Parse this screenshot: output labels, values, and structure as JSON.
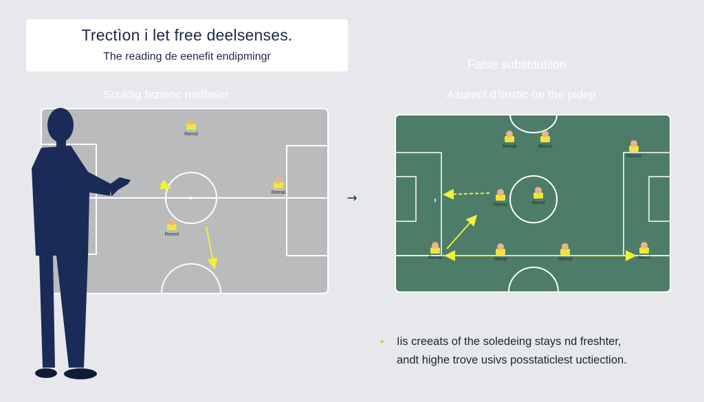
{
  "header": {
    "title": "Trectìon i let free deelsenses.",
    "subtitle": "The reading de eenefit endipmingr"
  },
  "left_panel": {
    "heading": "Sculdig firzienc midfieler"
  },
  "right_panel": {
    "heading": "False substitutiion.",
    "caption": "Asureol d'tinstic on the pidep"
  },
  "arrow_symbol": "→",
  "notes": [
    "Iis creeats of the soledeing stays nd freshter,",
    "andt highe trove usivs posstaticlest uctiection."
  ],
  "left_players": [
    {
      "label": "Remsl"
    },
    {
      "label": "Remal"
    },
    {
      "label": "Remet"
    }
  ],
  "right_players": [
    {
      "label": "Remal"
    },
    {
      "label": "Remsl"
    },
    {
      "label": "Renssl"
    },
    {
      "label": "Remsl"
    },
    {
      "label": "Renal"
    },
    {
      "label": "Remal"
    },
    {
      "label": "Renal"
    },
    {
      "label": "Remal"
    },
    {
      "label": "Rensl"
    }
  ],
  "colors": {
    "background": "#e6e8eb",
    "left_pitch": "#b9bbbd",
    "right_pitch": "#4d7d69",
    "arrow": "#f1f03a",
    "presenter_suit": "#1b2b57",
    "jersey": "#f2e536"
  }
}
